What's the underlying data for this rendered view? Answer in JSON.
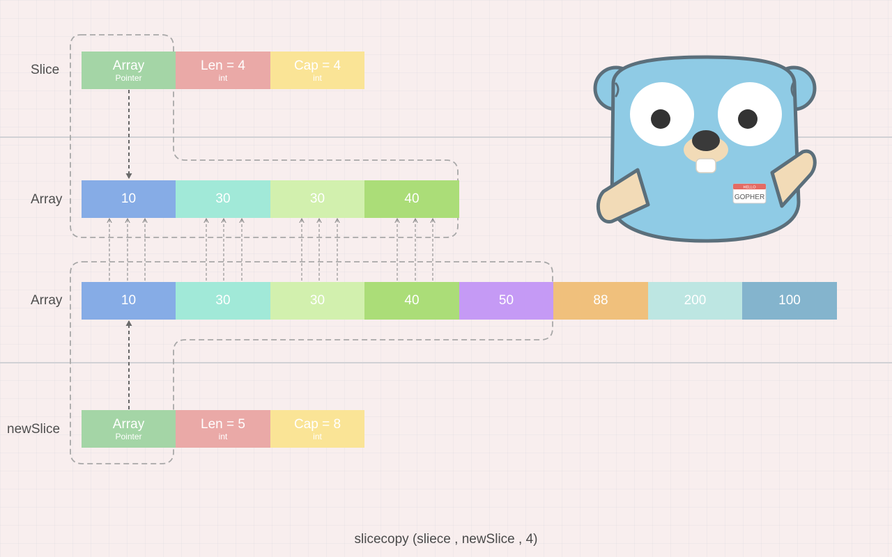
{
  "labels": {
    "slice": "Slice",
    "array_top": "Array",
    "array_bottom": "Array",
    "new_slice": "newSlice"
  },
  "slice_header": {
    "pointer": {
      "main": "Array",
      "sub": "Pointer"
    },
    "len": {
      "main": "Len = 4",
      "sub": "int"
    },
    "cap": {
      "main": "Cap = 4",
      "sub": "int"
    }
  },
  "array_top": [
    "10",
    "30",
    "30",
    "40"
  ],
  "array_bottom": [
    "10",
    "30",
    "30",
    "40",
    "50",
    "88",
    "200",
    "100"
  ],
  "new_slice_header": {
    "pointer": {
      "main": "Array",
      "sub": "Pointer"
    },
    "len": {
      "main": "Len = 5",
      "sub": "int"
    },
    "cap": {
      "main": "Cap = 8",
      "sub": "int"
    }
  },
  "gopher": {
    "badge_top": "HELLO",
    "badge_name": "GOPHER"
  },
  "caption": "slicecopy (sliece , newSlice , 4)",
  "colors": {
    "background": "#f8eeee",
    "pointer_cell": "#a4d5a6",
    "len_cell": "#eaa9a7",
    "cap_cell": "#fae496",
    "array_cells": [
      "#86ace6",
      "#a1e9d8",
      "#d2f0ae",
      "#abdd78",
      "#c59af5",
      "#f0c07c",
      "#bde6e2",
      "#84b4cd"
    ],
    "gopher_body": "#8fcbe5",
    "gopher_outline": "#5b6f7b"
  }
}
